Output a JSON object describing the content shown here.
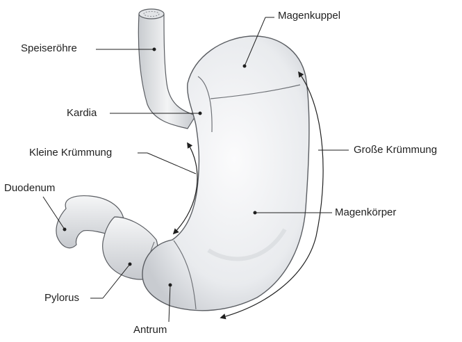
{
  "labels": {
    "magenkuppel": "Magenkuppel",
    "speiseroehre": "Speiseröhre",
    "kardia": "Kardia",
    "kleine_kruemmung": "Kleine Krümmung",
    "grosse_kruemmung": "Große Krümmung",
    "duodenum": "Duodenum",
    "magenkoerper": "Magenkörper",
    "pylorus": "Pylorus",
    "antrum": "Antrum"
  },
  "colors": {
    "organ_fill": "#eceef0",
    "organ_shade": "#c9ccd0",
    "outline": "#5a5d62",
    "leader": "#1f1f1f"
  }
}
